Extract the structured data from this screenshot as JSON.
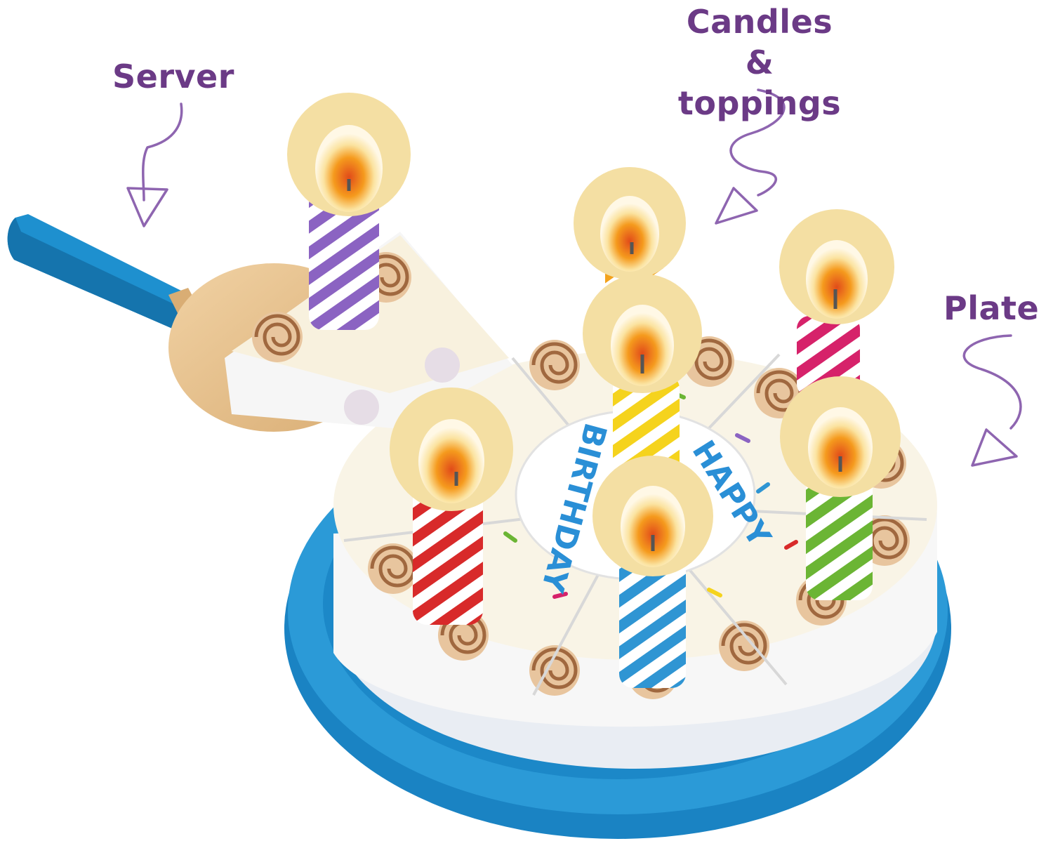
{
  "labels": {
    "server": "Server",
    "candles_line1": "Candles",
    "candles_line2": "& toppings",
    "plate": "Plate"
  },
  "cake_text": {
    "line1": "HAPPY",
    "line2": "BIRTHDAY"
  },
  "colors": {
    "label_purple": "#6b3a86",
    "arrow_purple": "#8e65b0",
    "plate_blue": "#1e90cf",
    "candle_purple": "#8b63c2",
    "candle_orange": "#f3a21b",
    "candle_pink": "#d6226a",
    "candle_yellow": "#f5d31d",
    "candle_red": "#d82a2a",
    "candle_blue": "#2f95d3",
    "candle_green": "#6bb534",
    "flame_disc": "#f4dfa3",
    "frosting_swirl": "#b07a52"
  }
}
